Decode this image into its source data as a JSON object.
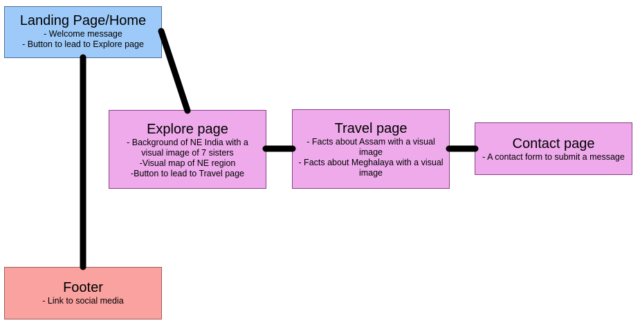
{
  "diagram": {
    "nodes": {
      "landing": {
        "title": "Landing Page/Home",
        "lines": [
          "- Welcome message",
          "- Button to lead to Explore page"
        ],
        "color": "#9ecaf9"
      },
      "explore": {
        "title": "Explore page",
        "lines": [
          "- Background of NE India with a visual image of 7 sisters",
          "-Visual map of NE region",
          "-Button to lead to Travel page"
        ],
        "color": "#eeaaeb"
      },
      "travel": {
        "title": "Travel page",
        "lines": [
          "- Facts about Assam with a visual image",
          "- Facts about Meghalaya with a visual image"
        ],
        "color": "#eeaaeb"
      },
      "contact": {
        "title": "Contact page",
        "lines": [
          "- A contact form to submit a message"
        ],
        "color": "#eeaaeb"
      },
      "footer": {
        "title": "Footer",
        "lines": [
          "- Link to social media"
        ],
        "color": "#f9a29f"
      }
    },
    "connections": [
      {
        "from": "landing",
        "to": "explore"
      },
      {
        "from": "landing",
        "to": "footer"
      },
      {
        "from": "explore",
        "to": "travel"
      },
      {
        "from": "travel",
        "to": "contact"
      }
    ],
    "connector_color": "#000000"
  }
}
